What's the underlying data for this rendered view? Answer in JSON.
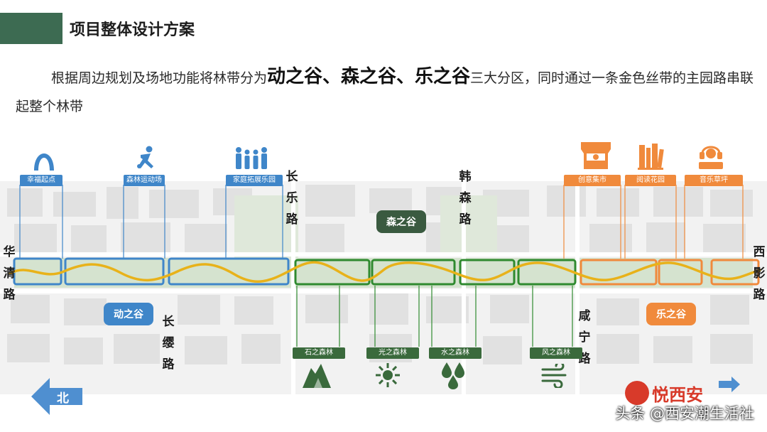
{
  "title": "项目整体设计方案",
  "intro": {
    "before": "根据周边规划及场地功能将林带分为",
    "highlight": "动之谷、森之谷、乐之谷",
    "after": "三大分区，同时通过一条金色丝带的主园路串联起整个林带"
  },
  "zones": {
    "dong": "动之谷",
    "sen": "森之谷",
    "le": "乐之谷"
  },
  "roads": {
    "huaqing": "华清路",
    "changle": "长乐路",
    "hansen": "韩森路",
    "xiying": "西影路",
    "changying": "长缨路",
    "xianning": "咸宁路"
  },
  "top_tags": {
    "xingfu": "幸福起点",
    "senlin_yundong": "森林运动场",
    "jiating": "家庭拓展乐园",
    "chuangyi": "创意集市",
    "yuedu": "阅读花园",
    "yinyue": "音乐草坪"
  },
  "bottom_tags": {
    "shi": "石之森林",
    "guang": "光之森林",
    "shui": "水之森林",
    "feng": "风之森林"
  },
  "compass": "北",
  "logo_text": "悦西安",
  "footer": "头条 @西安潮生活社",
  "colors": {
    "title_bar": "#3d6b52",
    "dong_blue": "#3f86c9",
    "sen_green": "#2f8a2f",
    "le_orange": "#f08a3c",
    "gold_ribbon": "#e8b21a"
  }
}
